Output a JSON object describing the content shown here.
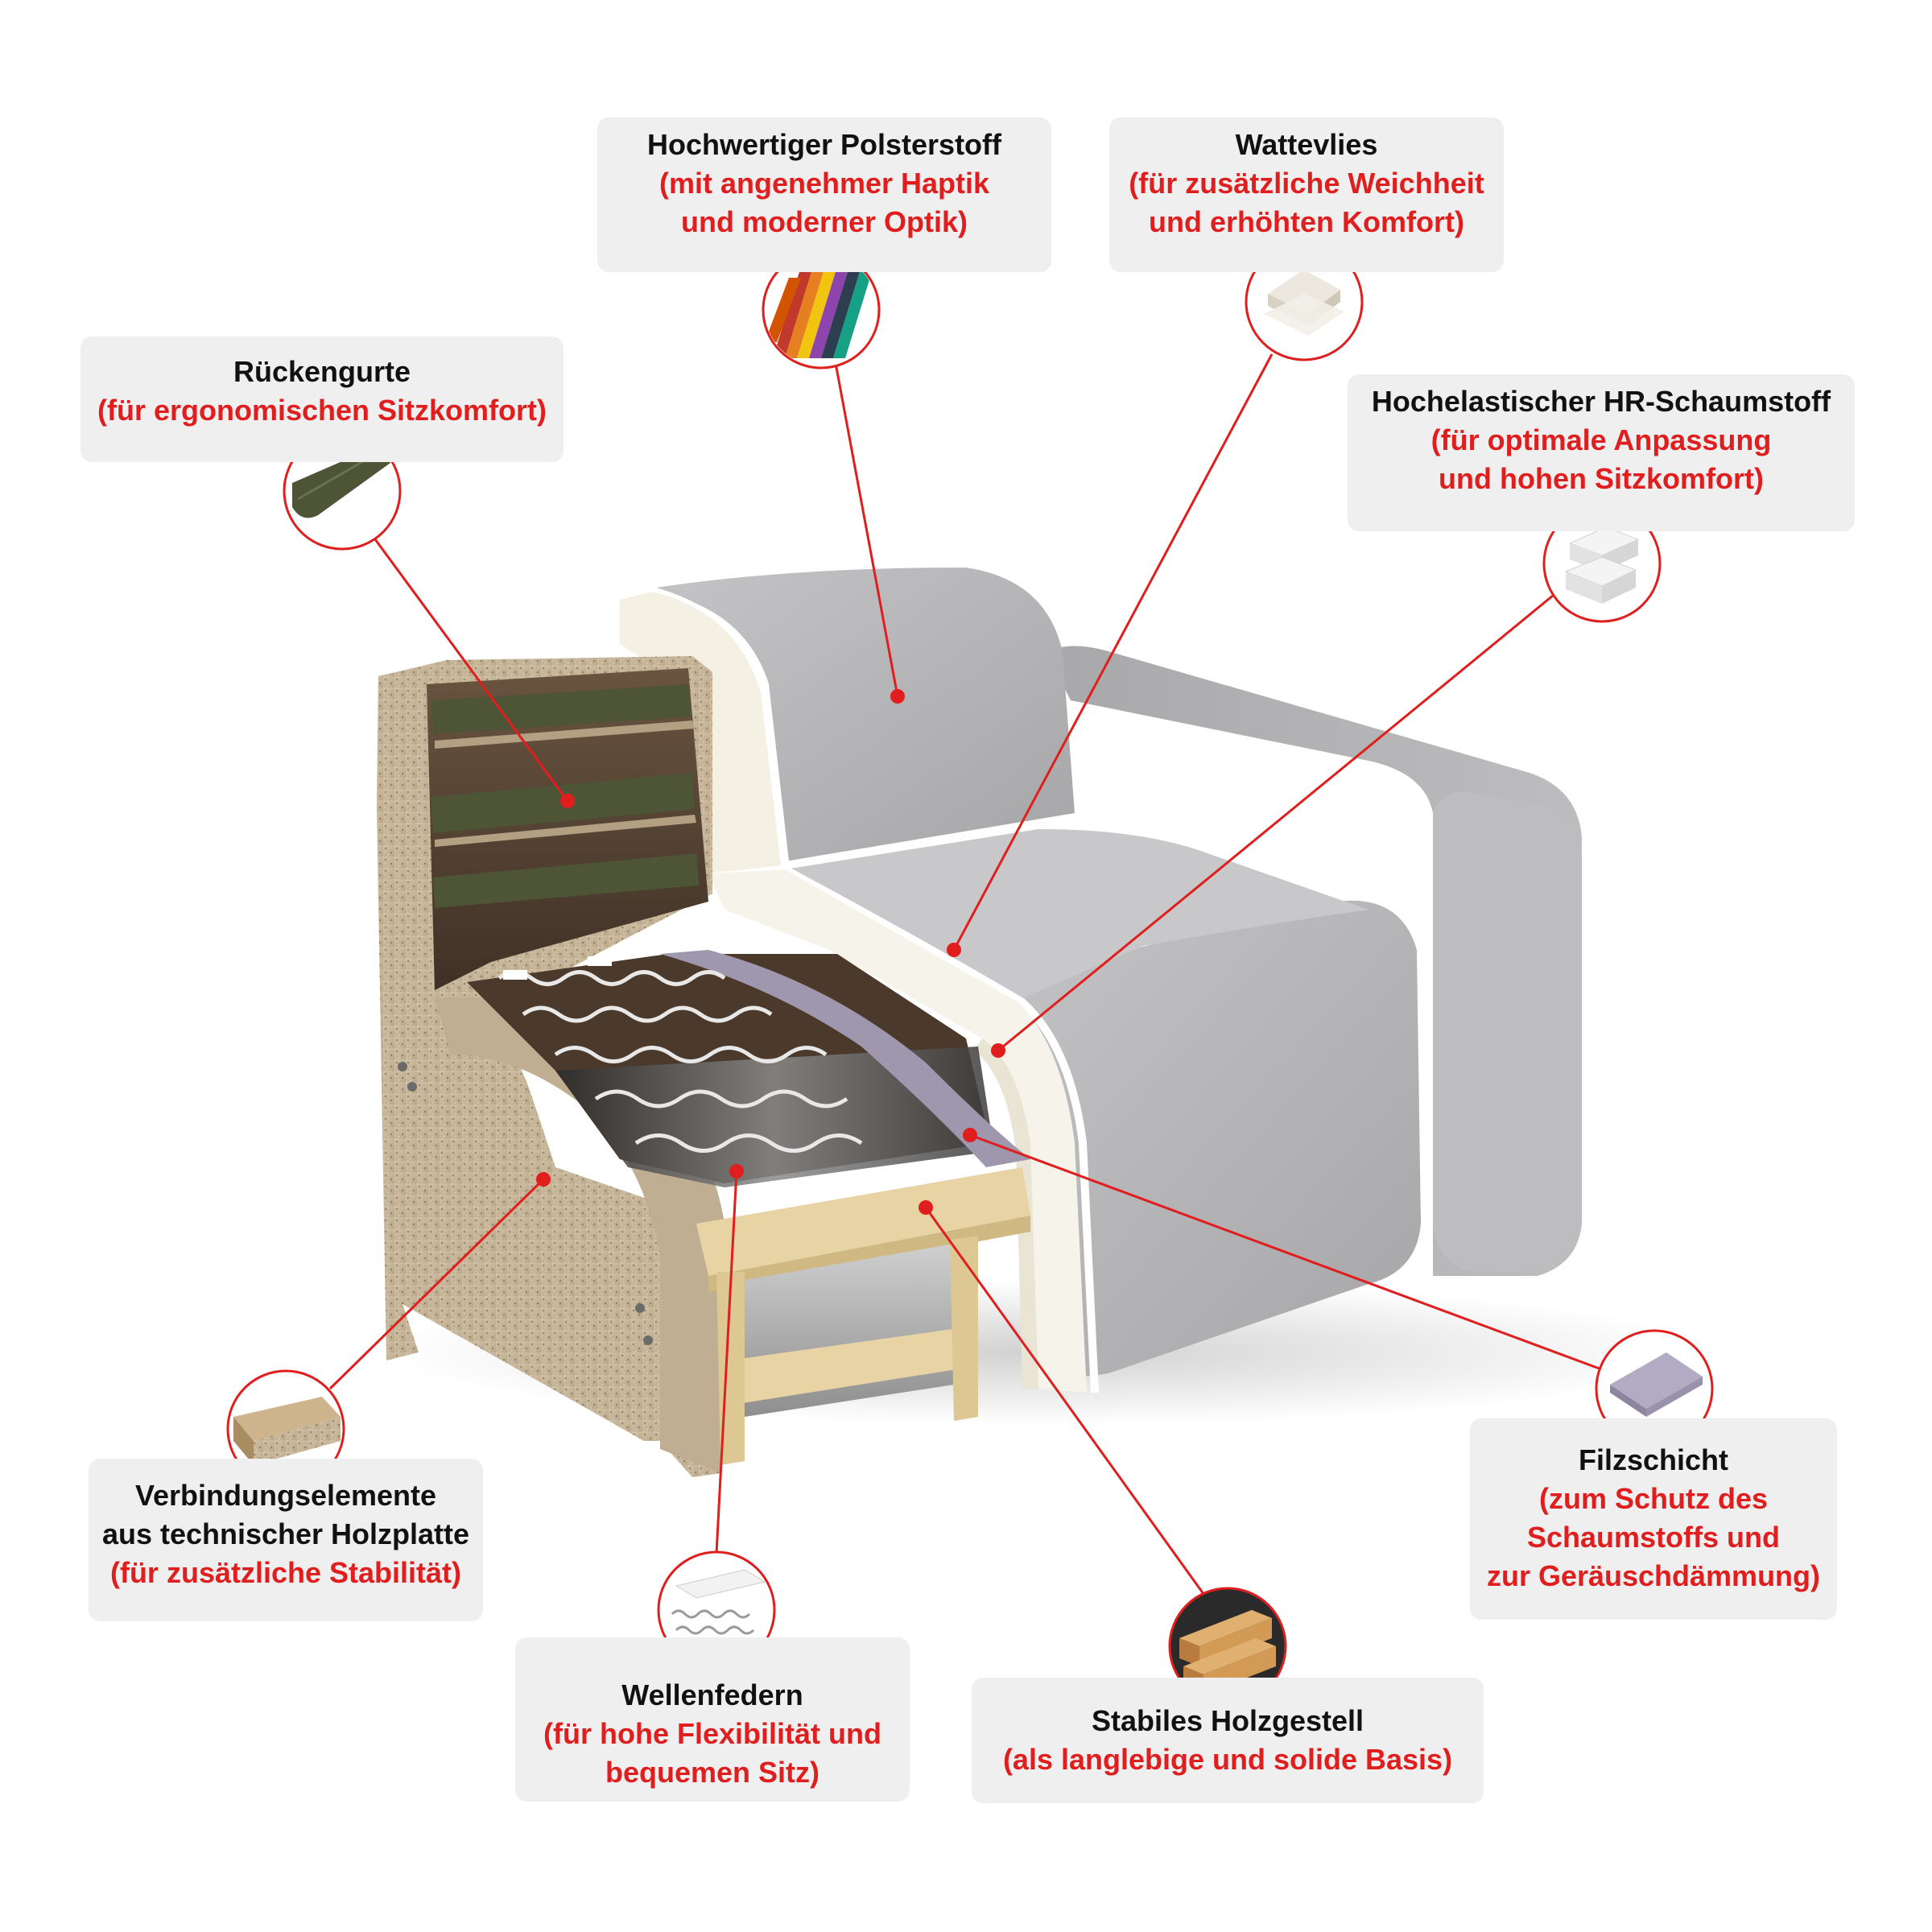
{
  "colors": {
    "accent": "#e01e1e",
    "label_text": "#111111",
    "box_bg": "#efefef",
    "fabric": "#b6b6b8",
    "foam": "#f6f3ea",
    "chipboard": "#c9b89e",
    "belt": "#4e5436",
    "felt": "#9e97ad",
    "pine": "#e7d3a4"
  },
  "callouts": [
    {
      "id": "polsterstoff",
      "title": "Hochwertiger Polsterstoff",
      "sub": [
        "(mit angenehmer Haptik",
        "und moderner Optik)"
      ],
      "icon": "fabric-swatch-icon"
    },
    {
      "id": "wattevlies",
      "title": "Wattevlies",
      "sub": [
        "(für zusätzliche Weichheit",
        "und erhöhten Komfort)"
      ],
      "icon": "wadding-icon"
    },
    {
      "id": "rueckengurte",
      "title": "Rückengurte",
      "sub": [
        "(für ergonomischen Sitzkomfort)"
      ],
      "icon": "webbing-belt-icon"
    },
    {
      "id": "hr-schaum",
      "title": "Hochelastischer HR-Schaumstoff",
      "sub": [
        "(für optimale Anpassung",
        "und hohen Sitzkomfort)"
      ],
      "icon": "foam-block-icon"
    },
    {
      "id": "filzschicht",
      "title": "Filzschicht",
      "sub": [
        "(zum Schutz des",
        "Schaumstoffs und",
        "zur Geräuschdämmung)"
      ],
      "icon": "felt-layer-icon"
    },
    {
      "id": "holzplatte",
      "title": "Verbindungselemente",
      "title2": "aus technischer Holzplatte",
      "sub": [
        "(für zusätzliche Stabilität)"
      ],
      "icon": "chipboard-icon"
    },
    {
      "id": "wellenfedern",
      "title": "Wellenfedern",
      "sub": [
        "(für hohe Flexibilität und",
        "bequemen Sitz)"
      ],
      "icon": "zigzag-spring-icon"
    },
    {
      "id": "holzgestell",
      "title": "Stabiles Holzgestell",
      "sub": [
        "(als langlebige und solide Basis)"
      ],
      "icon": "wood-beams-icon"
    }
  ]
}
